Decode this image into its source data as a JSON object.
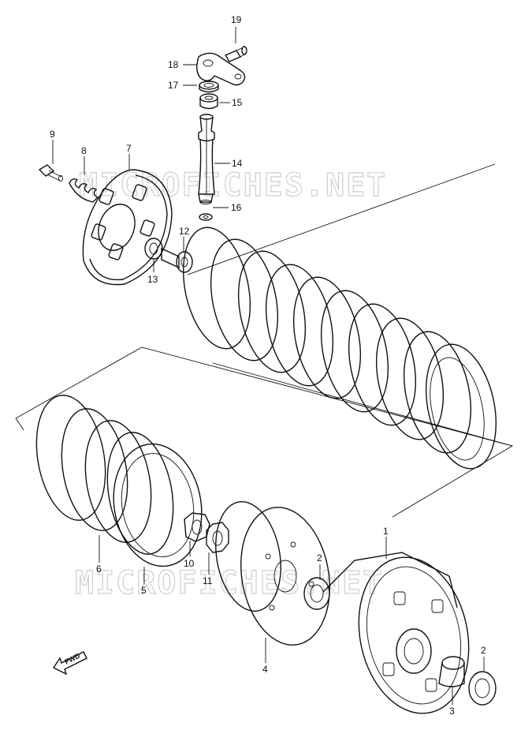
{
  "watermark": {
    "top": "MICROFICHES.NET",
    "bottom": "MICROFICHES.NET"
  },
  "direction_label": "FWD",
  "callouts": [
    {
      "id": "c19",
      "text": "19"
    },
    {
      "id": "c18",
      "text": "18"
    },
    {
      "id": "c17",
      "text": "17"
    },
    {
      "id": "c15",
      "text": "15"
    },
    {
      "id": "c9",
      "text": "9"
    },
    {
      "id": "c8",
      "text": "8"
    },
    {
      "id": "c7",
      "text": "7"
    },
    {
      "id": "c14",
      "text": "14"
    },
    {
      "id": "c16",
      "text": "16"
    },
    {
      "id": "c12",
      "text": "12"
    },
    {
      "id": "c13",
      "text": "13"
    },
    {
      "id": "c1",
      "text": "1"
    },
    {
      "id": "c2a",
      "text": "2"
    },
    {
      "id": "c2b",
      "text": "2"
    },
    {
      "id": "c6",
      "text": "6"
    },
    {
      "id": "c10",
      "text": "10"
    },
    {
      "id": "c11",
      "text": "11"
    },
    {
      "id": "c5",
      "text": "5"
    },
    {
      "id": "c4",
      "text": "4"
    },
    {
      "id": "c3",
      "text": "3"
    }
  ]
}
